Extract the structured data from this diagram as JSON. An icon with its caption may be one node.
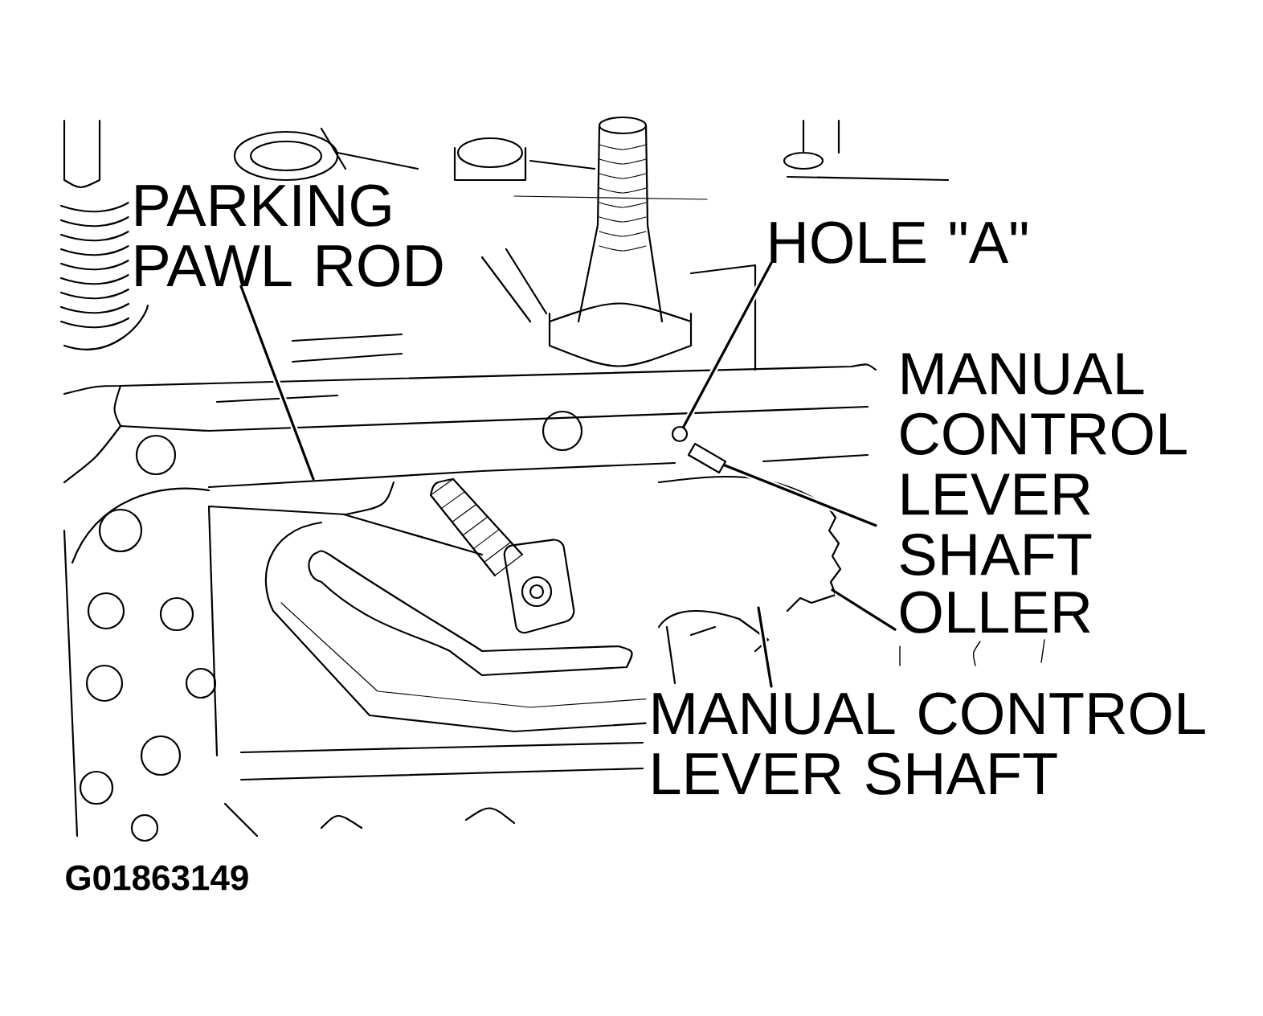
{
  "diagram": {
    "nodes": [
      {
        "text": [
          "PARKING PAWL ROD"
        ]
      },
      {
        "text": [
          "HOLE \"A\""
        ]
      },
      {
        "text": [
          "MANUAL CONTROL LEVER SHAFT"
        ]
      },
      {
        "text": [
          "OLLER"
        ]
      },
      {
        "text": [
          "MANUAL CONTROL LEVER SHAFT"
        ]
      },
      {
        "text": [],
        "shape": "circle"
      },
      {
        "text": [],
        "shape": "box"
      }
    ],
    "edges": [
      {
        "from": 0,
        "to": null,
        "arrow": "none"
      },
      {
        "from": 1,
        "to": 5,
        "arrow": "none"
      },
      {
        "from": 2,
        "to": 6,
        "arrow": "none"
      },
      {
        "from": 3,
        "to": null,
        "arrow": "none"
      },
      {
        "from": 4,
        "to": null,
        "arrow": "none"
      }
    ],
    "labels": [
      "G01863149"
    ]
  }
}
